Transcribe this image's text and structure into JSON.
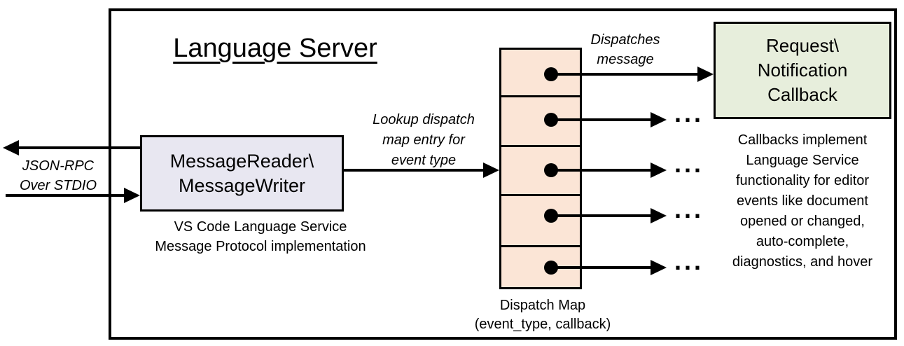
{
  "title": "Language Server",
  "message_reader": {
    "line1": "MessageReader\\",
    "line2": "MessageWriter",
    "caption1": "VS Code Language Service",
    "caption2": "Message Protocol implementation"
  },
  "transport_label": {
    "line1": "JSON-RPC",
    "line2": "Over STDIO"
  },
  "lookup_label": {
    "line1": "Lookup dispatch",
    "line2": "map entry for",
    "line3": "event type"
  },
  "dispatch_label": {
    "line1": "Dispatches",
    "line2": "message"
  },
  "callback_box": {
    "line1": "Request\\",
    "line2": "Notification",
    "line3": "Callback"
  },
  "dispatch_map": {
    "caption1": "Dispatch Map",
    "caption2": "(event_type, callback)"
  },
  "ellipsis": "...",
  "annotation": {
    "lines": [
      "Callbacks implement",
      "Language Service",
      "functionality for editor",
      "events like document",
      "opened or changed,",
      "auto-complete,",
      "diagnostics, and hover"
    ]
  },
  "colors": {
    "reader_fill": "#e8e7f1",
    "map_fill": "#fbe5d6",
    "callback_fill": "#e7eedc",
    "line": "#000000"
  }
}
